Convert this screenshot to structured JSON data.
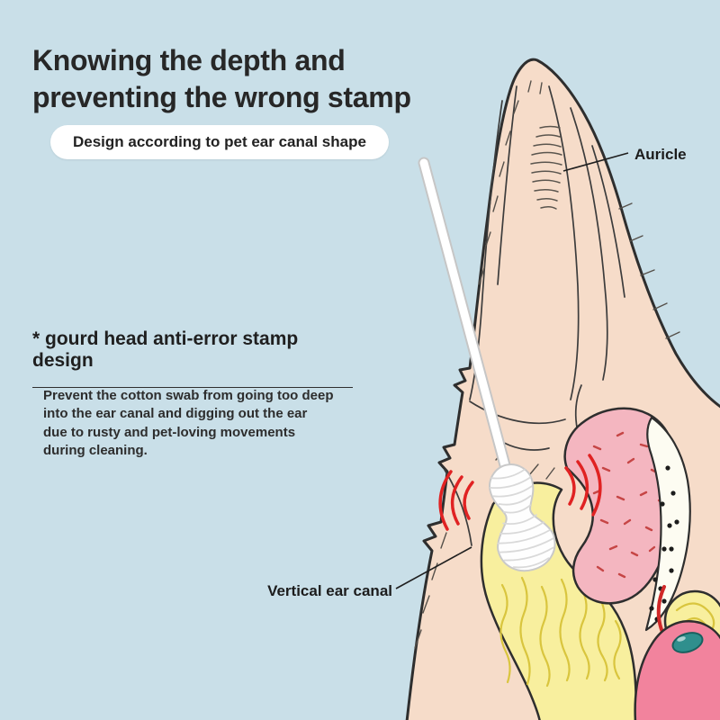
{
  "heading": {
    "line1": "Knowing the depth and",
    "line2": "preventing the wrong stamp"
  },
  "badge": {
    "label": "Design according to pet ear canal shape"
  },
  "feature": {
    "title": "* gourd head anti-error stamp design",
    "description": "Prevent the cotton swab from going too deep into the ear canal and digging out the ear due to rusty and pet-loving movements during cleaning."
  },
  "illustration": {
    "labels": {
      "auricle": "Auricle",
      "vertical_ear_canal": "Vertical ear canal"
    }
  },
  "colors": {
    "bg": "#c9dfe8",
    "heading-text": "#272727",
    "badge-bg": "#ffffff",
    "skin": "#f6dcc9",
    "outline": "#2e2e2e",
    "canal-pink": "#f4b6c0",
    "canal-yellow": "#f8ef9e",
    "bone-white": "#fdfcf2",
    "accent-red": "#e02222",
    "finger-pink": "#f2839d",
    "nail-teal": "#2f8f8d",
    "swab-white": "#ffffff"
  }
}
